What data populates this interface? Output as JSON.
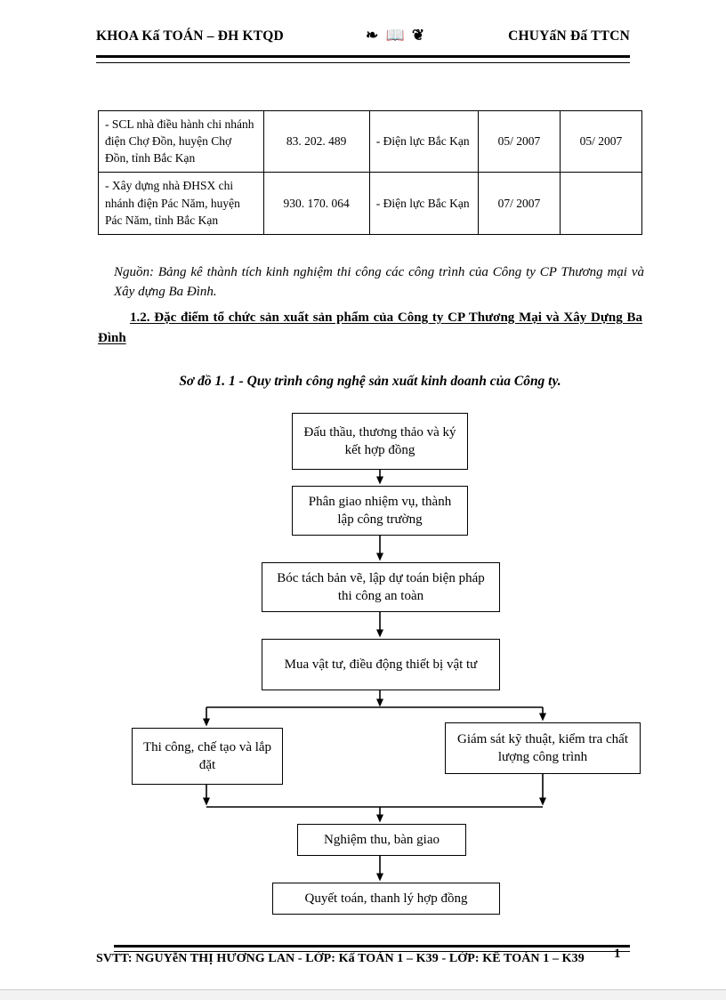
{
  "header": {
    "left": "KHOA Kấ TOÁN – ĐH KTQD",
    "ornament": "book-ornament",
    "ornament_glyph": "❧ 📖 ❦",
    "right": "CHUYấN Đấ TTCN"
  },
  "table": {
    "rows": [
      {
        "description": "- SCL nhà điều hành chi nhánh điện Chợ Đồn, huyện Chợ Đồn, tỉnh Bắc Kạn",
        "value": "83. 202. 489",
        "client": "- Điện lực Bắc Kạn",
        "date_start": "05/ 2007",
        "date_end": "05/ 2007"
      },
      {
        "description": "- Xây dựng nhà ĐHSX chi nhánh điện Pác Năm, huyện Pác Năm, tỉnh Bắc Kạn",
        "value": "930. 170. 064",
        "client": "- Điện lực Bắc Kạn",
        "date_start": "07/ 2007",
        "date_end": ""
      }
    ]
  },
  "source_note": {
    "label": "Nguồn:",
    "text": " Bảng kê thành tích kinh nghiệm thi công các công trình của Công ty CP Thương mại và Xây dựng Ba Đình."
  },
  "section_heading": {
    "text": "1.2. Đặc điểm tổ chức sản xuất sản phẩm của Công ty CP Thương Mại và Xây Dựng Ba Đình"
  },
  "diagram": {
    "caption": "Sơ đồ 1. 1 - Quy trình công nghệ sản xuất kinh doanh của Công ty.",
    "nodes": [
      {
        "id": "n1",
        "text": "Đấu thầu, thương thảo và ký kết hợp đồng"
      },
      {
        "id": "n2",
        "text": "Phân giao nhiệm vụ, thành lập công trường"
      },
      {
        "id": "n3",
        "text": "Bóc tách bản vẽ, lập dự toán biện pháp thi công an toàn"
      },
      {
        "id": "n4",
        "text": "Mua vật tư, điều động thiết bị vật tư"
      },
      {
        "id": "n5",
        "text": "Thi công, chế tạo và lắp đặt"
      },
      {
        "id": "n6",
        "text": "Giám sát kỹ thuật, kiểm tra chất lượng công trình"
      },
      {
        "id": "n7",
        "text": "Nghiệm thu, bàn giao"
      },
      {
        "id": "n8",
        "text": "Quyết toán, thanh lý hợp đồng"
      }
    ]
  },
  "footer": {
    "text": "SVTT:  NGUYễN THỊ HƯƠNG LAN - LỚP: Kấ TOÁN 1 – K39 - LỚP: KẾ TOÁN 1 – K39",
    "page_number": "1"
  },
  "colors": {
    "ink": "#000000",
    "paper": "#ffffff"
  }
}
